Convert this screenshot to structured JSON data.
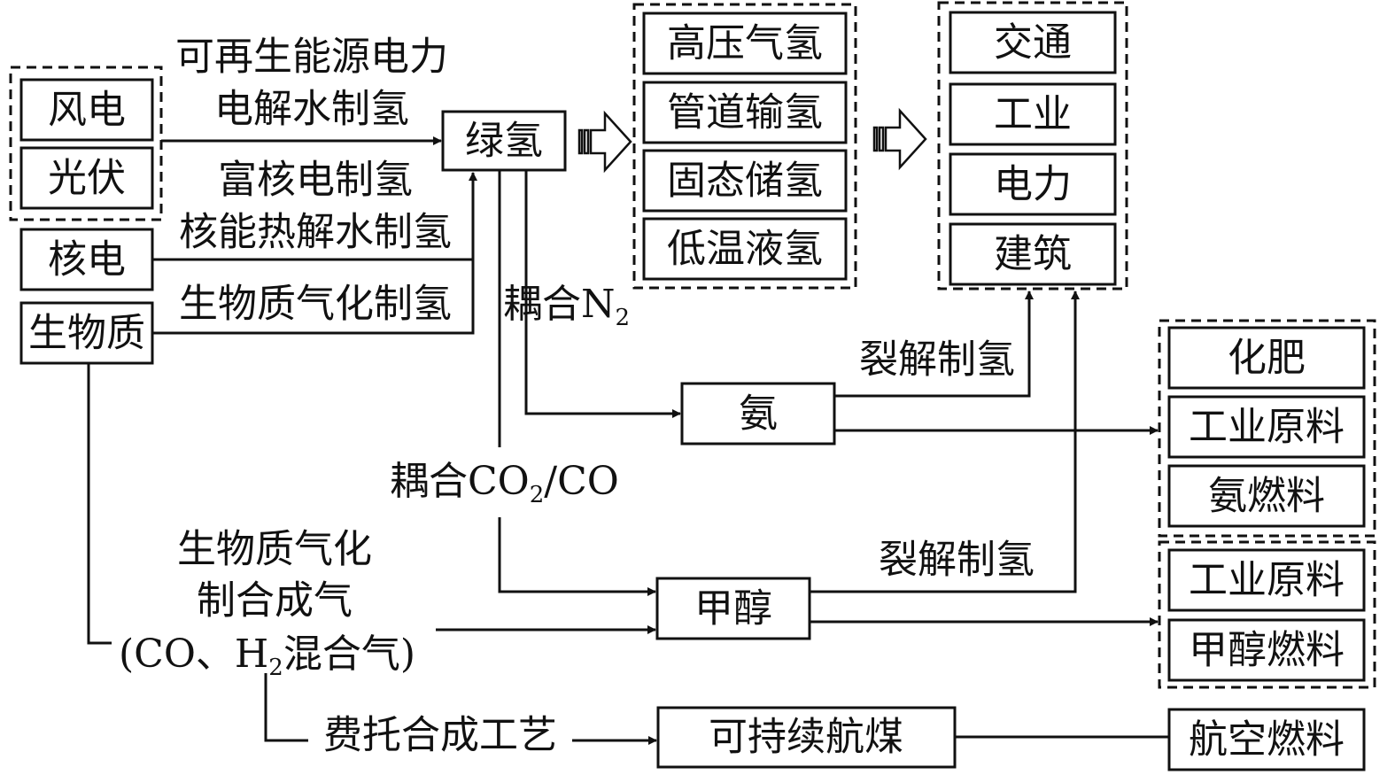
{
  "sources": {
    "wind": "风电",
    "solar": "光伏",
    "nuclear": "核电",
    "biomass": "生物质"
  },
  "routes": {
    "renewable_line1": "可再生能源电力",
    "renewable_line2": "电解水制氢",
    "nuclear_rich": "富核电制氢",
    "nuclear_thermal": "核能热解水制氢",
    "biomass_gasify": "生物质气化制氢",
    "couple_n2_prefix": "耦合N",
    "couple_n2_sub": "2",
    "couple_co2_prefix": "耦合CO",
    "couple_co2_sub": "2",
    "couple_co2_suffix": "/CO",
    "syngas_line1": "生物质气化",
    "syngas_line2": "制合成气",
    "syngas_line3_a": "(CO、H",
    "syngas_line3_sub": "2",
    "syngas_line3_b": "混合气)",
    "ft_process": "费托合成工艺",
    "cracking_1": "裂解制氢",
    "cracking_2": "裂解制氢"
  },
  "green_hydrogen": "绿氢",
  "storage": [
    "高压气氢",
    "管道输氢",
    "固态储氢",
    "低温液氢"
  ],
  "applications": [
    "交通",
    "工业",
    "电力",
    "建筑"
  ],
  "ammonia": "氨",
  "methanol": "甲醇",
  "saf": "可持续航煤",
  "ammonia_uses": [
    "化肥",
    "工业原料",
    "氨燃料"
  ],
  "methanol_uses": [
    "工业原料",
    "甲醇燃料"
  ],
  "aviation_fuel": "航空燃料"
}
